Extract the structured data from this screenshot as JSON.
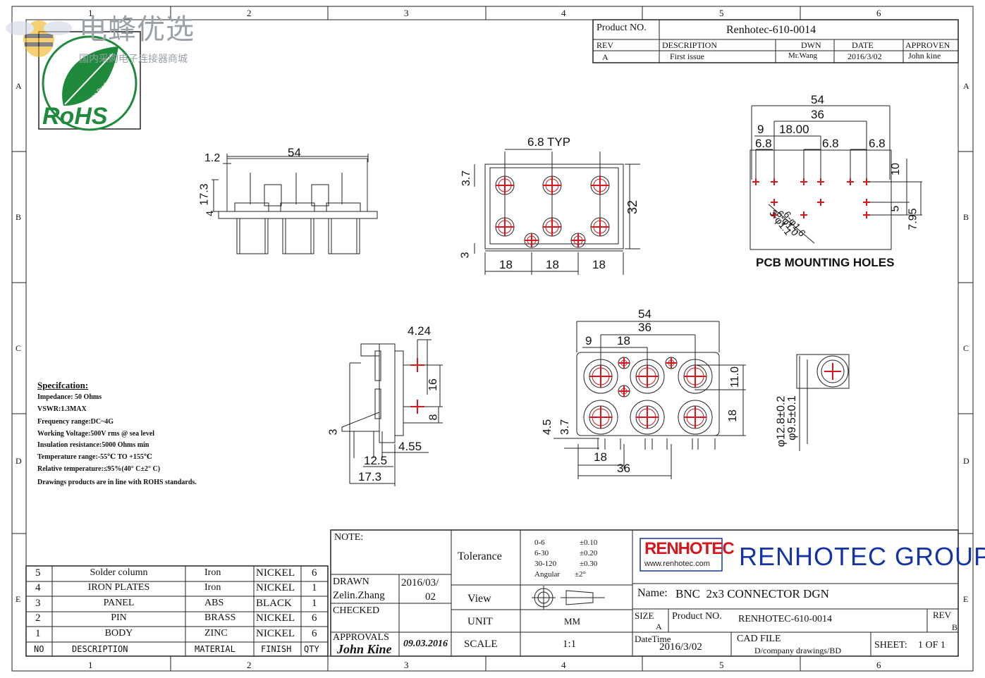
{
  "border": {
    "cols": [
      "1",
      "2",
      "3",
      "4",
      "5",
      "6"
    ],
    "rows": [
      "A",
      "B",
      "C",
      "D",
      "E"
    ]
  },
  "watermark": {
    "brand": "电蜂优选",
    "subtitle": "国内采购电子连接器商城"
  },
  "rohs": {
    "small": "Green Product",
    "big": "RoHS"
  },
  "title_block_top": {
    "product_no_label": "Product NO.",
    "product_no": "Renhotec-610-0014",
    "headers": [
      "REV",
      "DESCRIPTION",
      "DWN",
      "DATE",
      "APPROVEN"
    ],
    "row": [
      "A",
      "First issue",
      "Mr.Wang",
      "2016/3/02",
      "John kine"
    ]
  },
  "side_view": {
    "dims": [
      "54",
      "1.2",
      "17.3",
      "4"
    ]
  },
  "front_view": {
    "dims": [
      "6.8 TYP",
      "3.7",
      "32",
      "3",
      "18",
      "18",
      "18"
    ]
  },
  "pcb": {
    "title": "PCB MOUNTING HOLES",
    "dims": [
      "54",
      "36",
      "9",
      "18.00",
      "6.8",
      "6.8",
      "6.8",
      "10",
      "5",
      "7.95",
      "3-φ1.1",
      "6-φ1.0",
      "6-φ1.6"
    ]
  },
  "left_side": {
    "dims": [
      "4.24",
      "16",
      "8",
      "3",
      "4.55",
      "12.5",
      "17.3"
    ]
  },
  "bottom_view": {
    "dims": [
      "54",
      "36",
      "9",
      "18",
      "11.0",
      "18",
      "4.5",
      "3.7",
      "18",
      "36"
    ]
  },
  "round_view": {
    "dims": [
      "φ12.8±0.2",
      "φ9.5±0.1"
    ]
  },
  "spec": {
    "title": "Specifcation:",
    "lines": [
      "Impedance: 50 Ohms",
      "VSWR:1.3MAX",
      "Frequency range:DC~4G",
      "Working Voltage:500V rms @ sea level",
      "Insulation resistance:5000 Ohms min",
      "Temperature range:-55℃ TO +155℃",
      "Relative temperature:≤95%(40° C±2° C)",
      "Drawings products are in line with ROHS standards."
    ]
  },
  "bom": {
    "rows": [
      {
        "no": "5",
        "desc": "Solder column",
        "mat": "Iron",
        "finish": "NICKEL",
        "qty": "6"
      },
      {
        "no": "4",
        "desc": "IRON PLATES",
        "mat": "Iron",
        "finish": "NICKEL",
        "qty": "1"
      },
      {
        "no": "3",
        "desc": "PANEL",
        "mat": "ABS",
        "finish": "BLACK",
        "qty": "1"
      },
      {
        "no": "2",
        "desc": "PIN",
        "mat": "BRASS",
        "finish": "NICKEL",
        "qty": "6"
      },
      {
        "no": "1",
        "desc": "BODY",
        "mat": "ZINC",
        "finish": "NICKEL",
        "qty": "6"
      }
    ],
    "header": {
      "no": "NO",
      "desc": "DESCRIPTION",
      "mat": "MATERIAL",
      "finish": "FINISH",
      "qty": "QTY"
    }
  },
  "title_block": {
    "note": "NOTE:",
    "drawn_label": "DRAWN",
    "drawn_by": "Zelin.Zhang",
    "drawn_date_a": "2016/03/",
    "drawn_date_b": "02",
    "checked_label": "CHECKED",
    "approvals_label": "APPROVALS",
    "approvals_sig": "John Kine",
    "approvals_date": "09.03.2016",
    "tolerance_label": "Tolerance",
    "tolerance_rows": [
      {
        "range": "0-6",
        "tol": "±0.10"
      },
      {
        "range": "6-30",
        "tol": "±0.20"
      },
      {
        "range": "30-120",
        "tol": "±0.30"
      },
      {
        "range": "Angular",
        "tol": "±2°"
      }
    ],
    "view_label": "View",
    "unit_label": "UNIT",
    "unit_value": "MM",
    "scale_label": "SCALE",
    "scale_value": "1:1",
    "logo": "RENHOTEC",
    "logo_url": "www.renhotec.com",
    "company": "RENHOTEC GROUP",
    "name_label": "Name:",
    "name_value": "BNC  2x3 CONNECTOR DGN",
    "size_label": "SIZE",
    "size_value": "A",
    "product_no_label": "Product NO.",
    "product_no": "RENHOTEC-610-0014",
    "rev_label": "REV",
    "rev_value": "B",
    "datetime_label": "DateTime",
    "datetime_value": "2016/3/02",
    "cad_label": "CAD FILE",
    "cad_value": "D/company drawings/BD",
    "sheet_label": "SHEET:",
    "sheet_value": "1 OF 1"
  },
  "colors": {
    "accent_red": "#d8161c",
    "brand_blue": "#1434a4",
    "rohs_green": "#1f8a3b"
  }
}
